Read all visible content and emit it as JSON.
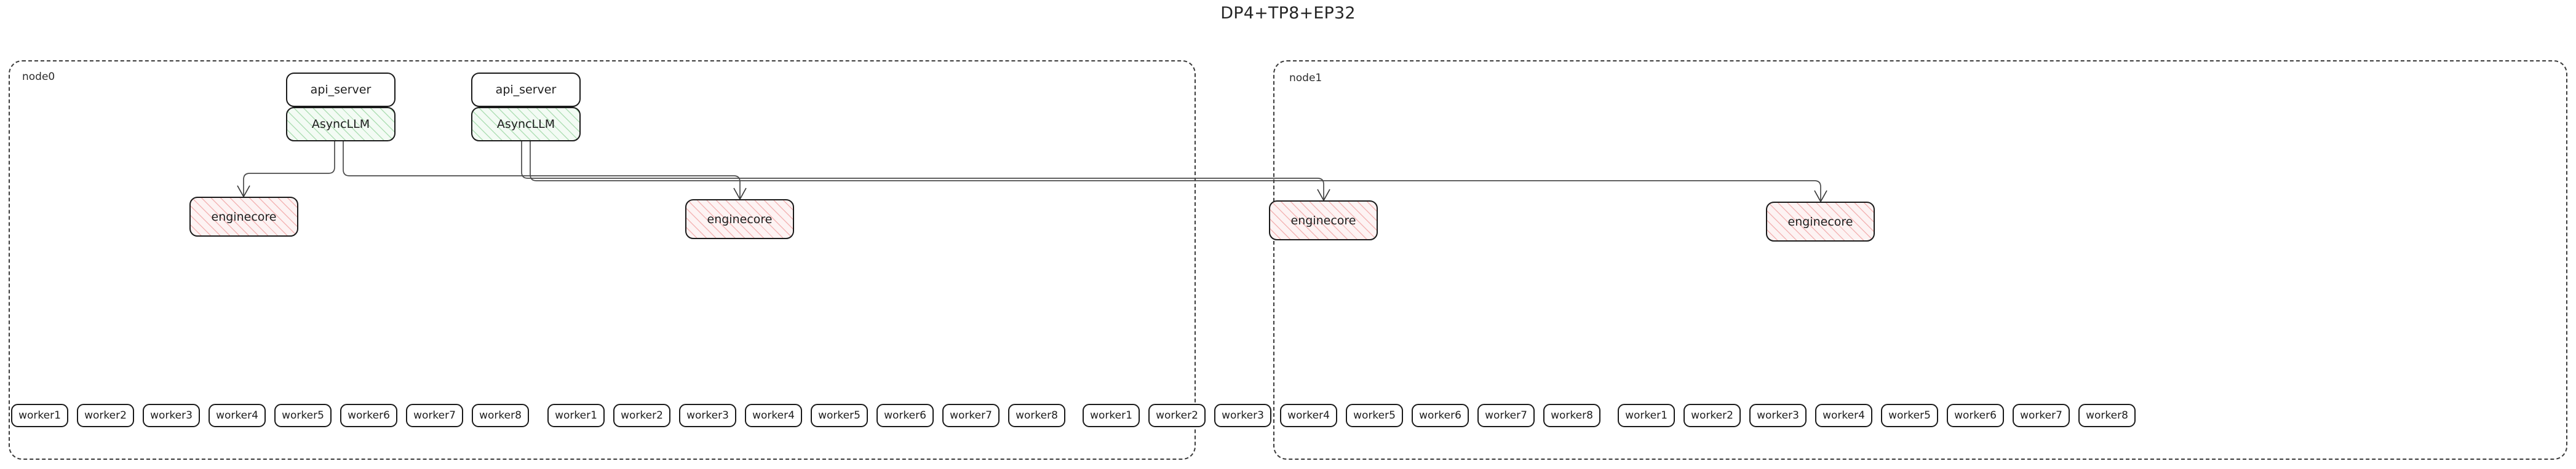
{
  "title": "DP4+TP8+EP32",
  "colors": {
    "node_border": "#3b3b3b",
    "box_border": "#1a1a1a",
    "asyncllm_fill": "#f3fbf4",
    "asyncllm_hatch": "#78c882",
    "enginecore_fill": "#fdf3f3",
    "enginecore_hatch": "#eb8282",
    "edge": "#4a4a4a",
    "text": "#1d1d1d",
    "background": "#ffffff"
  },
  "nodes": [
    {
      "id": "node0",
      "label": "node0"
    },
    {
      "id": "node1",
      "label": "node1"
    }
  ],
  "api_servers": [
    {
      "label": "api_server"
    },
    {
      "label": "api_server"
    }
  ],
  "async_llms": [
    {
      "label": "AsyncLLM"
    },
    {
      "label": "AsyncLLM"
    }
  ],
  "enginecores": [
    {
      "label": "enginecore",
      "node": "node0"
    },
    {
      "label": "enginecore",
      "node": "node0"
    },
    {
      "label": "enginecore",
      "node": "node1"
    },
    {
      "label": "enginecore",
      "node": "node1"
    }
  ],
  "worker_groups": [
    {
      "node": "node0",
      "workers": [
        "worker1",
        "worker2",
        "worker3",
        "worker4",
        "worker5",
        "worker6",
        "worker7",
        "worker8"
      ]
    },
    {
      "node": "node0",
      "workers": [
        "worker1",
        "worker2",
        "worker3",
        "worker4",
        "worker5",
        "worker6",
        "worker7",
        "worker8"
      ]
    },
    {
      "node": "node1",
      "workers": [
        "worker1",
        "worker2",
        "worker3",
        "worker4",
        "worker5",
        "worker6",
        "worker7",
        "worker8"
      ]
    },
    {
      "node": "node1",
      "workers": [
        "worker1",
        "worker2",
        "worker3",
        "worker4",
        "worker5",
        "worker6",
        "worker7",
        "worker8"
      ]
    }
  ]
}
